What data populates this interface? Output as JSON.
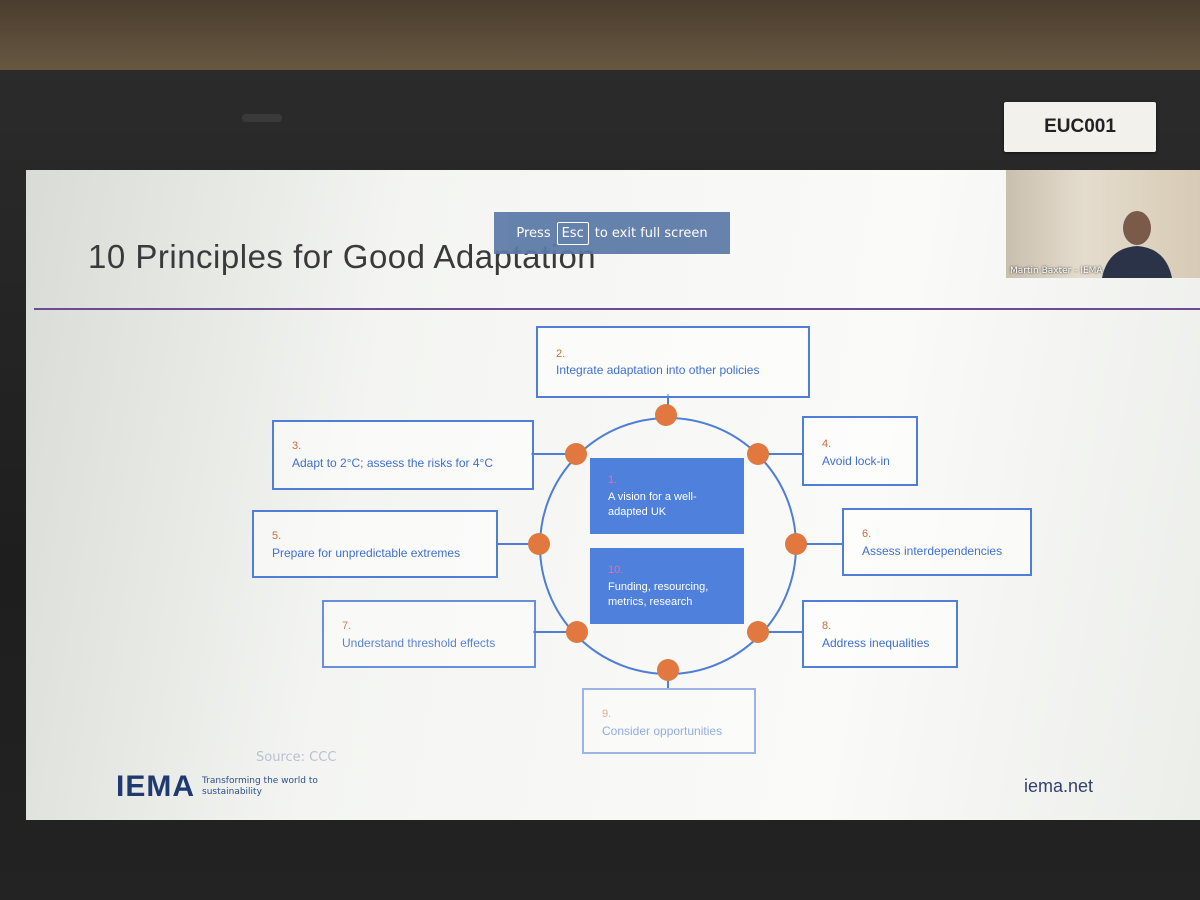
{
  "sticker": {
    "label": "EUC001"
  },
  "slide": {
    "title": "10 Principles for Good Adaptation",
    "source": "Source: CCC",
    "logo": "IEMA",
    "tagline": "Transforming the world to sustainability",
    "website": "iema.net"
  },
  "fullscreen_banner": {
    "press": "Press",
    "key": "Esc",
    "rest": "to exit full screen"
  },
  "video": {
    "caption": "Martin Baxter - IEMA"
  },
  "principles": [
    {
      "num": "2.",
      "label": "Integrate adaptation into other policies"
    },
    {
      "num": "3.",
      "label": "Adapt to 2°C; assess the risks for 4°C"
    },
    {
      "num": "4.",
      "label": "Avoid lock-in"
    },
    {
      "num": "5.",
      "label": "Prepare for unpredictable extremes"
    },
    {
      "num": "6.",
      "label": "Assess interdependencies"
    },
    {
      "num": "7.",
      "label": "Understand threshold effects"
    },
    {
      "num": "8.",
      "label": "Address inequalities"
    },
    {
      "num": "9.",
      "label": "Consider opportunities"
    }
  ],
  "center": [
    {
      "num": "1.",
      "label_line1": "A vision for a well-",
      "label_line2": "adapted UK"
    },
    {
      "num": "10.",
      "label_line1": "Funding, resourcing,",
      "label_line2": "metrics, research"
    }
  ],
  "colors": {
    "box_border": "#4f7ed6",
    "node": "#e07840",
    "center_fill": "#4e80dc",
    "rule": "#6b4c8e",
    "logo": "#1f3a6e"
  }
}
